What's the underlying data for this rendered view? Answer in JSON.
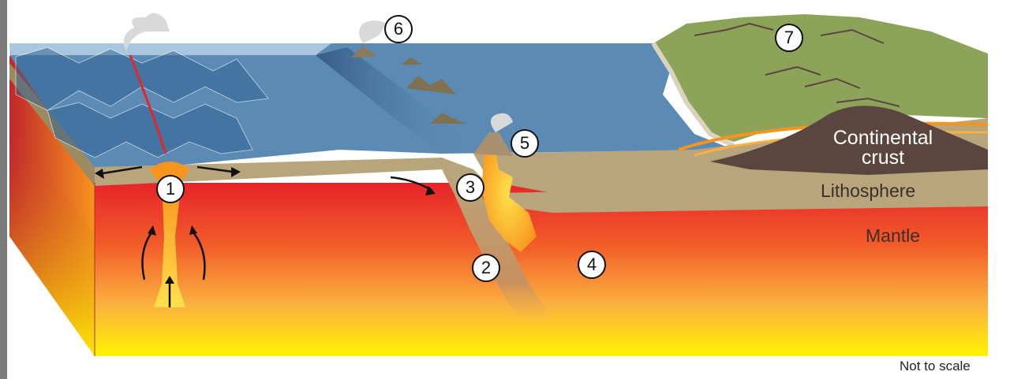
{
  "labels": {
    "continental_crust_line1": "Continental",
    "continental_crust_line2": "crust",
    "lithosphere": "Lithosphere",
    "mantle": "Mantle",
    "scale_note": "Not to scale"
  },
  "markers": [
    "1",
    "2",
    "3",
    "4",
    "5",
    "6",
    "7"
  ],
  "colors": {
    "ocean": "#5b8bb5",
    "land": "#8ea35a",
    "lithosphere": "#b8a57c",
    "mantle_top": "#e8242a",
    "mantle_bottom": "#fff200",
    "continental_crust": "#5a463e",
    "magma": "#f7941d"
  }
}
